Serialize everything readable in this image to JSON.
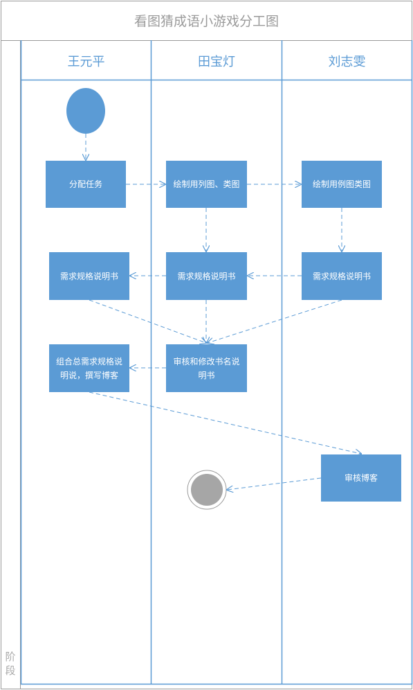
{
  "title": "看图猜成语小游戏分工图",
  "lanes": [
    "王元平",
    "田宝灯",
    "刘志雯"
  ],
  "phase_label": "阶段",
  "nodes": {
    "assign": "分配任务",
    "draw_a": "绘制用列图、类图",
    "draw_b": "绘制用例图类图",
    "req_a": "需求规格说明书",
    "req_b": "需求规格说明书",
    "req_c": "需求规格说明书",
    "combine": "组合总需求规格说明说，撰写博客",
    "review_rename": "审核和修改书名说明书",
    "review_blog": "审核博客"
  },
  "colors": {
    "node_fill": "#5b9bd5",
    "edge": "#5b9bd5",
    "lane_border": "#5b9bd5",
    "outer_border": "#9a9a9a",
    "end_fill": "#a6a6a6"
  }
}
